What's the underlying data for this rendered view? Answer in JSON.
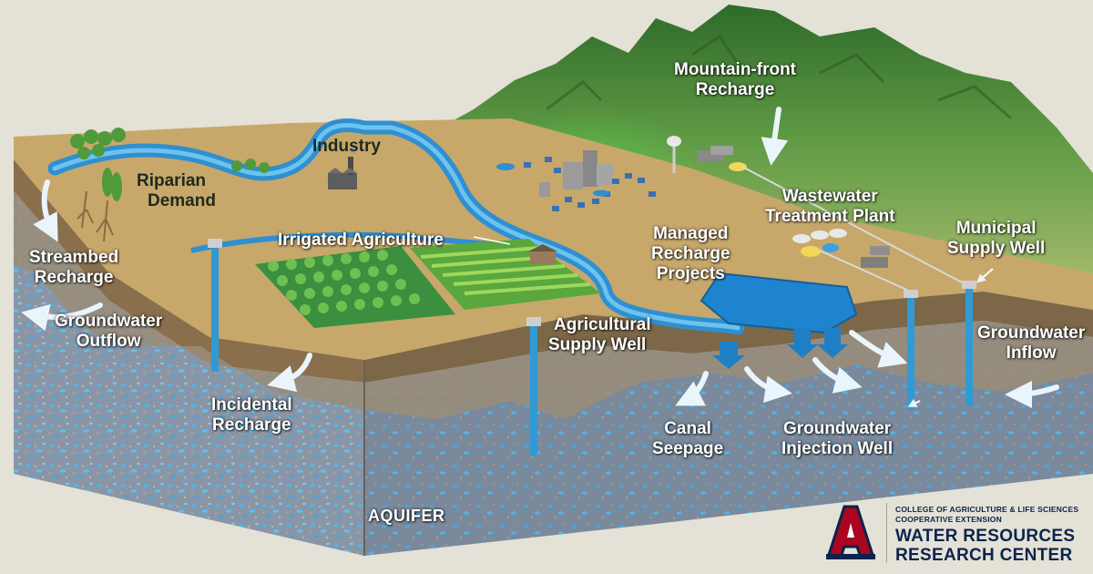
{
  "labels": {
    "mountain_front": [
      "Mountain-front",
      "Recharge"
    ],
    "industry": "Industry",
    "riparian": [
      "Riparian",
      "Demand"
    ],
    "irrigated_ag": "Irrigated Agriculture",
    "streambed": [
      "Streambed",
      "Recharge"
    ],
    "gw_outflow": [
      "Groundwater",
      "Outflow"
    ],
    "incidental": [
      "Incidental",
      "Recharge"
    ],
    "ag_well": [
      "Agricultural",
      "Supply Well"
    ],
    "wastewater": [
      "Wastewater",
      "Treatment Plant"
    ],
    "managed": [
      "Managed",
      "Recharge",
      "Projects"
    ],
    "municipal": [
      "Municipal",
      "Supply Well"
    ],
    "gw_inflow": [
      "Groundwater",
      "Inflow"
    ],
    "canal": [
      "Canal",
      "Seepage"
    ],
    "injection": [
      "Groundwater",
      "Injection Well"
    ],
    "aquifer": "AQUIFER"
  },
  "logo": {
    "line1": "COLLEGE OF AGRICULTURE & LIFE SCIENCES",
    "line2": "COOPERATIVE EXTENSION",
    "title1": "WATER RESOURCES",
    "title2": "RESEARCH CENTER",
    "mark_letter": "A"
  },
  "colors": {
    "background": "#e4e1d6",
    "aquifer": "#8f9db0",
    "water": "#2f9ad6",
    "land": "#c9a86b",
    "mountain": "#4d8a3a",
    "logo_navy": "#0c234b",
    "logo_red": "#ab0520"
  }
}
